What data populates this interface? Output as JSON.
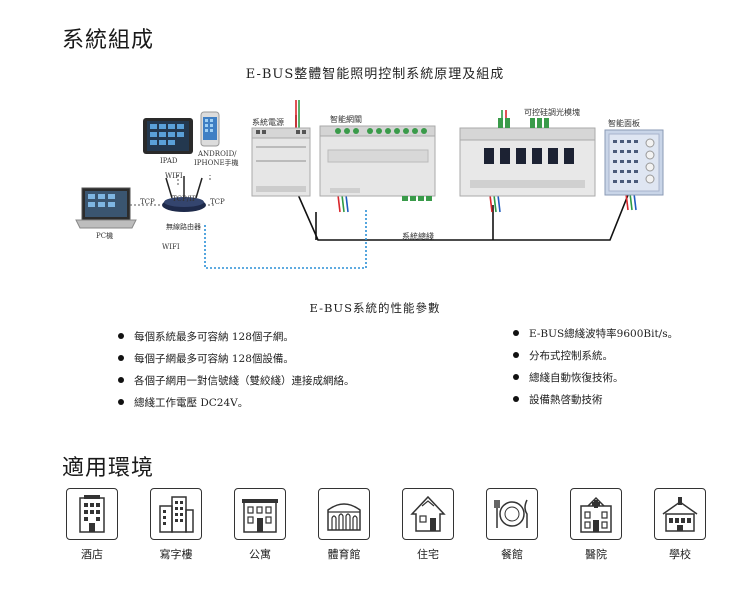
{
  "section_system_title": "系統組成",
  "diagram": {
    "title": "E-BUS整體智能照明控制系統原理及組成",
    "labels": {
      "power": "系統電源",
      "gateway": "智能網關",
      "dimmer": "可控硅調光模塊",
      "panel": "智能面板",
      "ipad": "IPAD",
      "phone_line1": "ANDROID/",
      "phone_line2": "IPHONE手機",
      "wifi_top": "WIFI",
      "tcp_left": "TCP",
      "tcpip": "TCP/IP",
      "tcp_right": "TCP",
      "router": "無線路由器",
      "wifi_bottom": "WIFI",
      "pc": "PC機",
      "bus_line": "系統總綫"
    },
    "colors": {
      "bus_line": "#111111",
      "wifi_link": "#2b8fd6",
      "wire_red": "#d9262c",
      "wire_green": "#2e9b45",
      "wire_blue": "#1f5bbf"
    }
  },
  "performance": {
    "title": "E-BUS系統的性能參數",
    "left": [
      "每個系統最多可容納 128個子網。",
      "每個子網最多可容納 128個設備。",
      "各個子網用一對信號綫（雙絞綫）連接成網絡。",
      "總綫工作電壓 DC24V。"
    ],
    "right": [
      "E-BUS總綫波特率9600Bit/s。",
      "分布式控制系統。",
      "總綫自動恢復技術。",
      "設備熱啓動技術"
    ]
  },
  "section_env_title": "適用環境",
  "environments": [
    {
      "label": "酒店",
      "icon": "hotel-icon"
    },
    {
      "label": "寫字樓",
      "icon": "office-building-icon"
    },
    {
      "label": "公寓",
      "icon": "apartment-icon"
    },
    {
      "label": "體育館",
      "icon": "stadium-icon"
    },
    {
      "label": "住宅",
      "icon": "residence-icon"
    },
    {
      "label": "餐館",
      "icon": "restaurant-icon"
    },
    {
      "label": "醫院",
      "icon": "hospital-icon"
    },
    {
      "label": "學校",
      "icon": "school-icon"
    }
  ]
}
